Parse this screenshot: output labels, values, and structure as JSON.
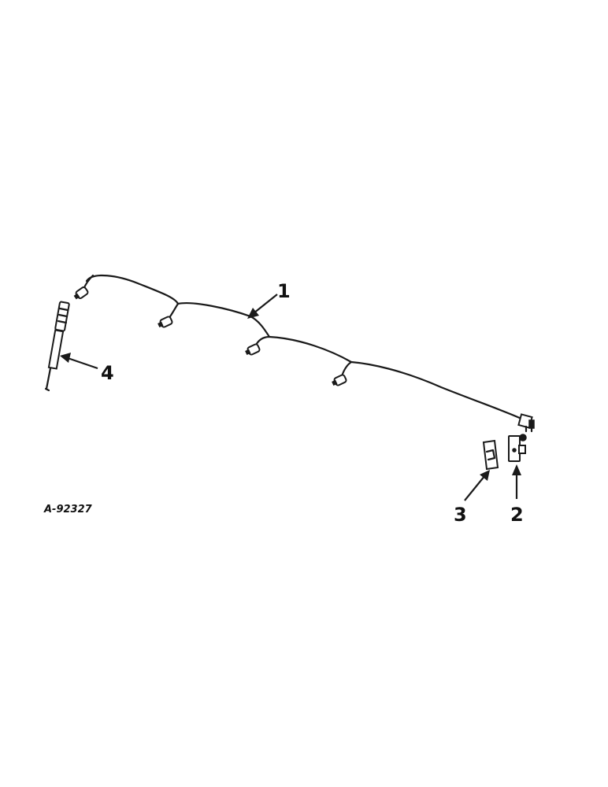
{
  "figure": {
    "reference_code": "A-92327",
    "callouts": [
      {
        "id": "1",
        "label": "1"
      },
      {
        "id": "2",
        "label": "2"
      },
      {
        "id": "3",
        "label": "3"
      },
      {
        "id": "4",
        "label": "4"
      }
    ]
  },
  "colors": {
    "ink": "#1a1a1a",
    "background": "#ffffff"
  }
}
